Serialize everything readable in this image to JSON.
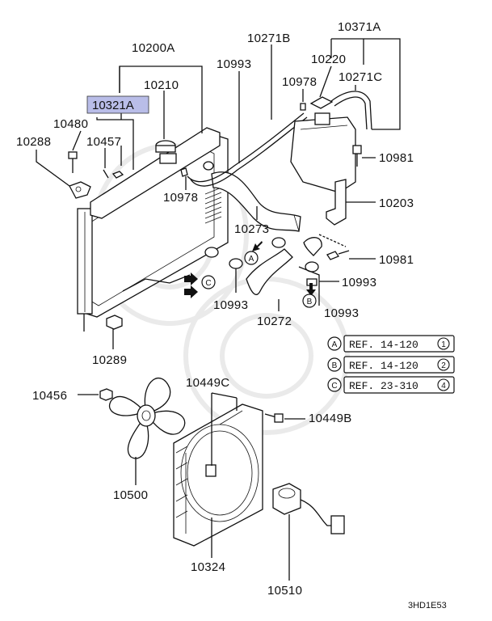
{
  "parts": {
    "p10200A": "10200A",
    "p10210": "10210",
    "p10321A": "10321A",
    "p10480": "10480",
    "p10288": "10288",
    "p10457": "10457",
    "p10271B": "10271B",
    "p10993a": "10993",
    "p10978a": "10978",
    "p10220": "10220",
    "p10371A": "10371A",
    "p10271C": "10271C",
    "p10981a": "10981",
    "p10978b": "10978",
    "p10203": "10203",
    "p10273": "10273",
    "p10981b": "10981",
    "p10993b": "10993",
    "p10993c": "10993",
    "p10993d": "10993",
    "p10272": "10272",
    "p10289": "10289",
    "p10456": "10456",
    "p10449C": "10449C",
    "p10449B": "10449B",
    "p10500": "10500",
    "p10324": "10324",
    "p10510": "10510"
  },
  "references": [
    {
      "letter": "A",
      "text": "REF. 14-120",
      "num": "1"
    },
    {
      "letter": "B",
      "text": "REF. 14-120",
      "num": "2"
    },
    {
      "letter": "C",
      "text": "REF. 23-310",
      "num": "4"
    }
  ],
  "callouts": {
    "a": "A",
    "b": "B",
    "c": "C"
  },
  "diagram_code": "3HD1E53",
  "colors": {
    "highlight": "#b9bde8",
    "ink": "#111111"
  }
}
